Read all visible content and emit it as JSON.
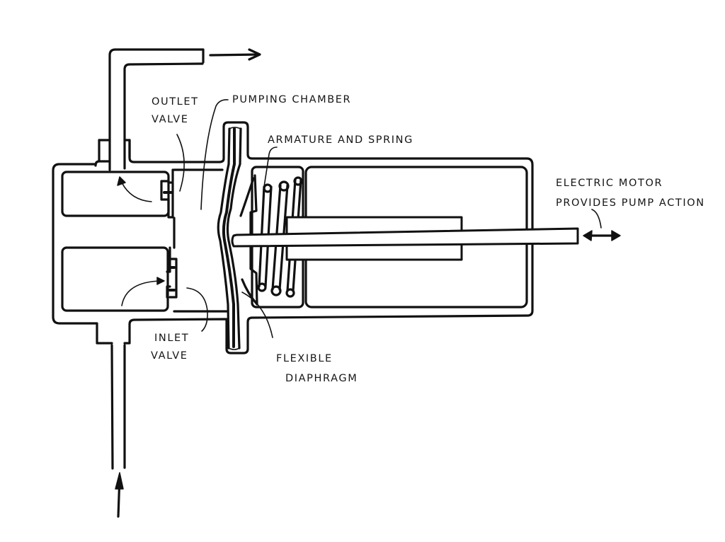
{
  "diagram": {
    "title": "Electric diaphragm fuel pump (cross-section)",
    "colors": {
      "ink": "#111111",
      "paper": "#ffffff"
    },
    "labels": {
      "outlet_valve": [
        "OUTLET",
        "VALVE"
      ],
      "pumping_chamber": "PUMPING CHAMBER",
      "armature_spring": "ARMATURE AND SPRING",
      "electric_motor": [
        "ELECTRIC MOTOR",
        "PROVIDES PUMP ACTION"
      ],
      "inlet_valve": [
        "INLET",
        "VALVE"
      ],
      "flexible_diaphragm": [
        "FLEXIBLE",
        "DIAPHRAGM"
      ]
    },
    "flow": {
      "outlet_direction": "right",
      "inlet_direction": "up",
      "motor_action": "bidirectional"
    }
  }
}
